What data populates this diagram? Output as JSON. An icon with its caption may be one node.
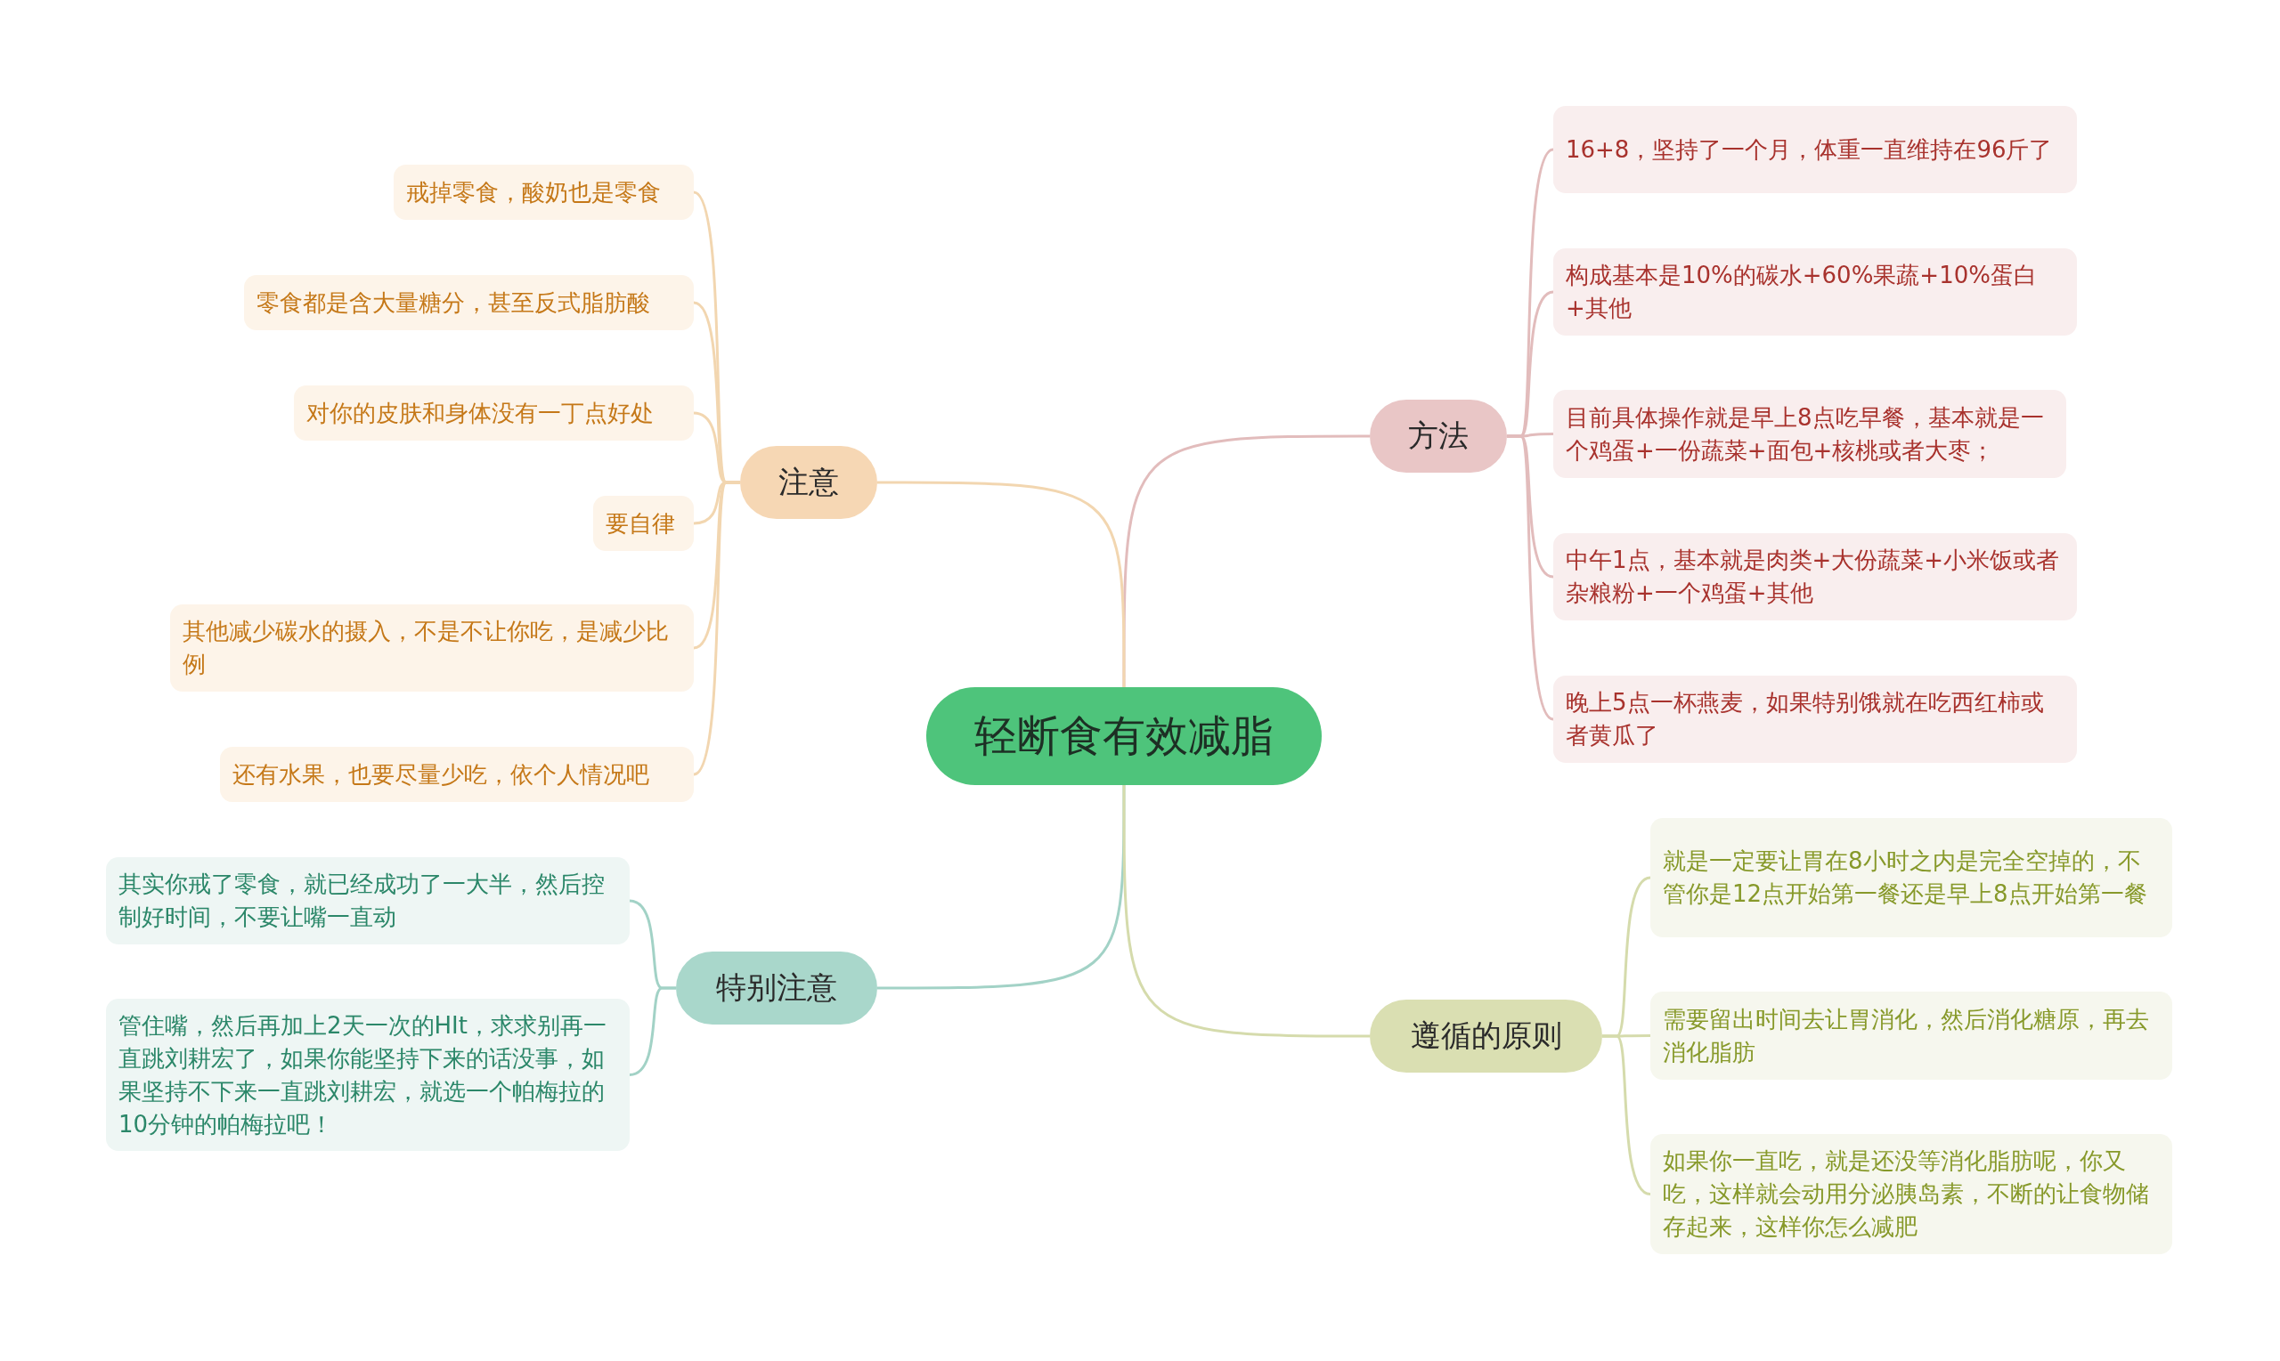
{
  "diagram": {
    "nodes": [
      {
        "text": [
          "轻断食有效减脂"
        ]
      },
      {
        "text": [
          "方法"
        ]
      },
      {
        "text": [
          "16+8，坚持了一个月，体重一直维持在96斤了"
        ]
      },
      {
        "text": [
          "构成基本是10%的碳水+60%果蔬+10%蛋白+其他"
        ]
      },
      {
        "text": [
          "目前具体操作就是早上8点吃早餐，基本就是一个鸡蛋+一份蔬菜+面包+核桃或者大枣；"
        ]
      },
      {
        "text": [
          "中午1点，基本就是肉类+大份蔬菜+小米饭或者杂粮粉+一个鸡蛋+其他"
        ]
      },
      {
        "text": [
          "晚上5点一杯燕麦，如果特别饿就在吃西红柿或者黄瓜了"
        ]
      },
      {
        "text": [
          "注意"
        ]
      },
      {
        "text": [
          "戒掉零食，酸奶也是零食"
        ]
      },
      {
        "text": [
          "零食都是含大量糖分，甚至反式脂肪酸"
        ]
      },
      {
        "text": [
          "对你的皮肤和身体没有一丁点好处"
        ]
      },
      {
        "text": [
          "要自律"
        ]
      },
      {
        "text": [
          "其他减少碳水的摄入，不是不让你吃，是减少比例"
        ]
      },
      {
        "text": [
          "还有水果，也要尽量少吃，依个人情况吧"
        ]
      },
      {
        "text": [
          "特别注意"
        ]
      },
      {
        "text": [
          "其实你戒了零食，就已经成功了一大半，然后控制好时间，不要让嘴一直动"
        ]
      },
      {
        "text": [
          "管住嘴，然后再加上2天一次的HIt，求求别再一直跳刘耕宏了，如果你能坚持下来的话没事，如果坚持不下来一直跳刘耕宏，就选一个帕梅拉的10分钟的帕梅拉吧！"
        ]
      },
      {
        "text": [
          "遵循的原则"
        ]
      },
      {
        "text": [
          "就是一定要让胃在8小时之内是完全空掉的，不管你是12点开始第一餐还是早上8点开始第一餐"
        ]
      },
      {
        "text": [
          "需要留出时间去让胃消化，然后消化糖原，再去消化脂肪"
        ]
      },
      {
        "text": [
          "如果你一直吃，就是还没等消化脂肪呢，你又吃，这样就会动用分泌胰岛素，不断的让食物储存起来，这样你怎么减肥"
        ]
      }
    ],
    "edges": [
      {
        "from": 0,
        "to": 1,
        "arrow": "none",
        "color": "#e2bcbc"
      },
      {
        "from": 1,
        "to": 2,
        "arrow": "none",
        "color": "#e2bcbc"
      },
      {
        "from": 1,
        "to": 3,
        "arrow": "none",
        "color": "#e2bcbc"
      },
      {
        "from": 1,
        "to": 4,
        "arrow": "none",
        "color": "#e2bcbc"
      },
      {
        "from": 1,
        "to": 5,
        "arrow": "none",
        "color": "#e2bcbc"
      },
      {
        "from": 1,
        "to": 6,
        "arrow": "none",
        "color": "#e2bcbc"
      },
      {
        "from": 0,
        "to": 7,
        "arrow": "none",
        "color": "#f2d6b0"
      },
      {
        "from": 7,
        "to": 8,
        "arrow": "none",
        "color": "#f2d6b0"
      },
      {
        "from": 7,
        "to": 9,
        "arrow": "none",
        "color": "#f2d6b0"
      },
      {
        "from": 7,
        "to": 10,
        "arrow": "none",
        "color": "#f2d6b0"
      },
      {
        "from": 7,
        "to": 11,
        "arrow": "none",
        "color": "#f2d6b0"
      },
      {
        "from": 7,
        "to": 12,
        "arrow": "none",
        "color": "#f2d6b0"
      },
      {
        "from": 7,
        "to": 13,
        "arrow": "none",
        "color": "#f2d6b0"
      },
      {
        "from": 0,
        "to": 14,
        "arrow": "none",
        "color": "#a2d2c6"
      },
      {
        "from": 14,
        "to": 15,
        "arrow": "none",
        "color": "#a2d2c6"
      },
      {
        "from": 14,
        "to": 16,
        "arrow": "none",
        "color": "#a2d2c6"
      },
      {
        "from": 0,
        "to": 17,
        "arrow": "none",
        "color": "#d5dbac"
      },
      {
        "from": 17,
        "to": 18,
        "arrow": "none",
        "color": "#d5dbac"
      },
      {
        "from": 17,
        "to": 19,
        "arrow": "none",
        "color": "#d5dbac"
      },
      {
        "from": 17,
        "to": 20,
        "arrow": "none",
        "color": "#d5dbac"
      }
    ]
  }
}
